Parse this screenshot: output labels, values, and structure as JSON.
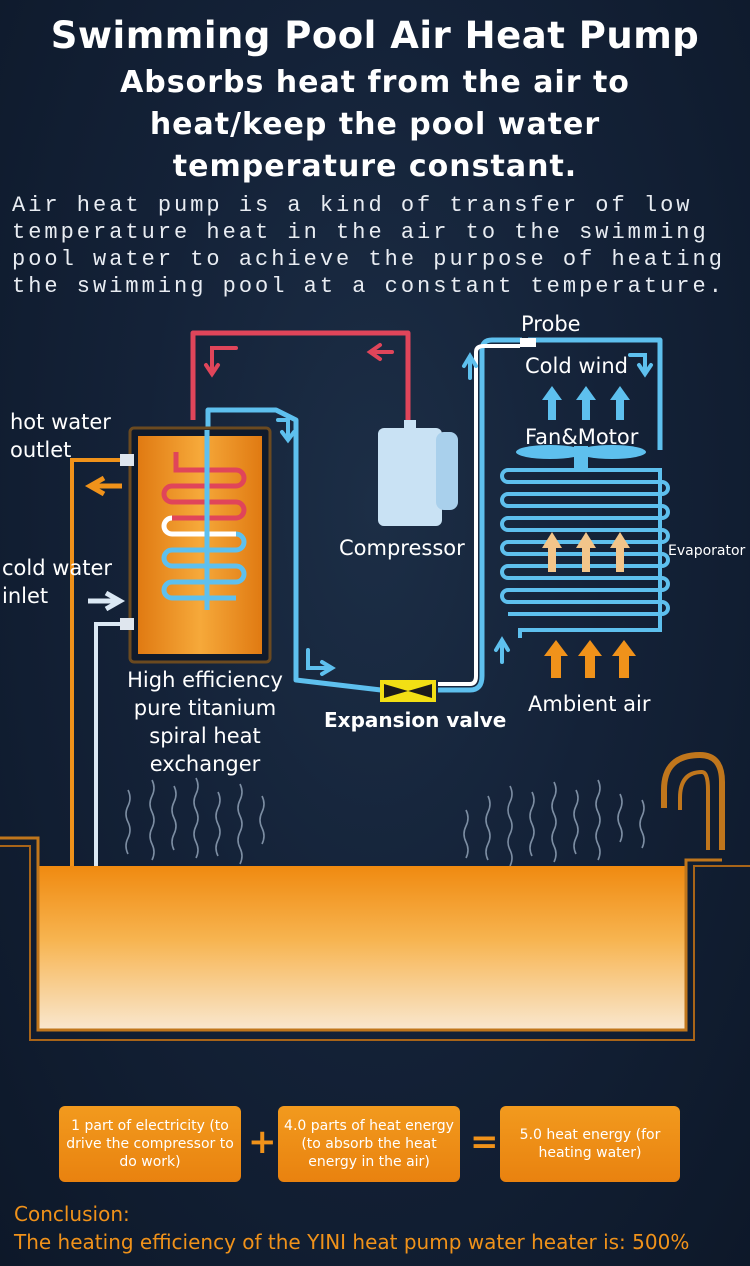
{
  "header": {
    "title": "Swimming Pool Air Heat Pump",
    "subtitle": "Absorbs heat from the air to heat/keep the pool water temperature constant.",
    "subtitle_lines": [
      "Absorbs heat from the air to",
      "heat/keep the pool water",
      "temperature constant."
    ],
    "intro": "Air heat pump is a kind of transfer of low\ntemperature heat in the air to the swimming\npool water to achieve the purpose of heating\nthe swimming pool at a constant temperature."
  },
  "diagram": {
    "hot_water_outlet": "hot water\noutlet",
    "cold_water_inlet": "cold water\ninlet",
    "exchanger": "High efficiency\npure titanium\nspiral heat\nexchanger",
    "compressor": "Compressor",
    "expansion_valve": "Expansion valve",
    "probe": "Probe",
    "cold_wind": "Cold wind",
    "fan_motor": "Fan&Motor",
    "evaporator": "Evaporator",
    "ambient_air": "Ambient air"
  },
  "equation": {
    "part1": "1 part of electricity (to drive the compressor to do work)",
    "plus": "+",
    "part2": "4.0 parts of heat energy (to absorb the heat energy in the air)",
    "equals": "=",
    "result": "5.0 heat energy (for heating water)"
  },
  "conclusion": {
    "label": "Conclusion:",
    "text": "The heating efficiency of the YINI heat pump water heater is: 500%"
  },
  "colors": {
    "hot_pipe": "#e0455a",
    "cold_pipe": "#5ec0ee",
    "pool": "#f39a1c",
    "accent": "#f0921a",
    "valve": "#f2df14"
  }
}
